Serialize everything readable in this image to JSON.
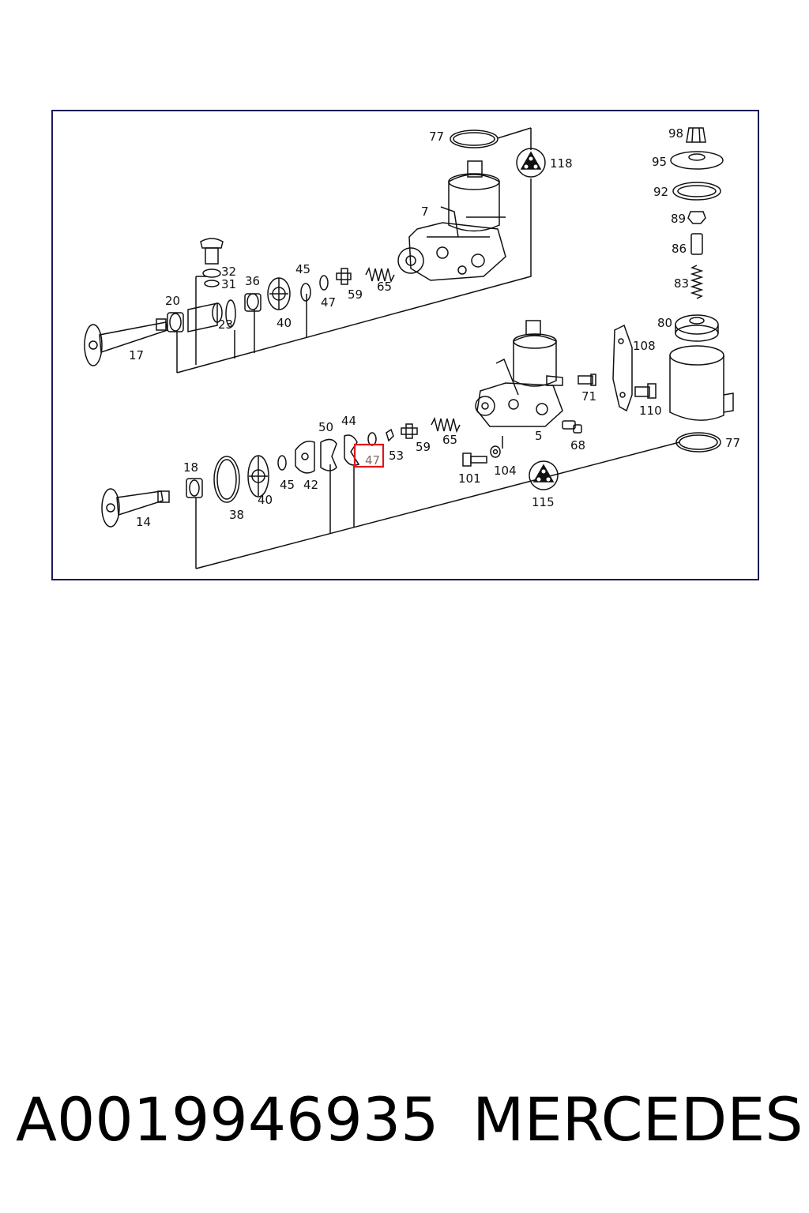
{
  "diagram": {
    "labels": {
      "p77a": "77",
      "p118": "118",
      "p7": "7",
      "p32": "32",
      "p31": "31",
      "p36": "36",
      "p45a": "45",
      "p47a": "47",
      "p59a": "59",
      "p65a": "65",
      "p20": "20",
      "p23": "23",
      "p40a": "40",
      "p17": "17",
      "p98": "98",
      "p95": "95",
      "p92": "92",
      "p89": "89",
      "p86": "86",
      "p83": "83",
      "p80": "80",
      "p108": "108",
      "p71": "71",
      "p110": "110",
      "p5": "5",
      "p68": "68",
      "p77b": "77",
      "p50": "50",
      "p44": "44",
      "p47b": "47",
      "p53": "53",
      "p59b": "59",
      "p65b": "65",
      "p18": "18",
      "p38": "38",
      "p40b": "40",
      "p45b": "45",
      "p42": "42",
      "p14": "14",
      "p101": "101",
      "p104": "104",
      "p115": "115"
    },
    "highlight_color": "#e0161b",
    "frame_color": "#1a1a55"
  },
  "caption": {
    "part_number": "A0019946935",
    "brand": "MERCEDES"
  }
}
